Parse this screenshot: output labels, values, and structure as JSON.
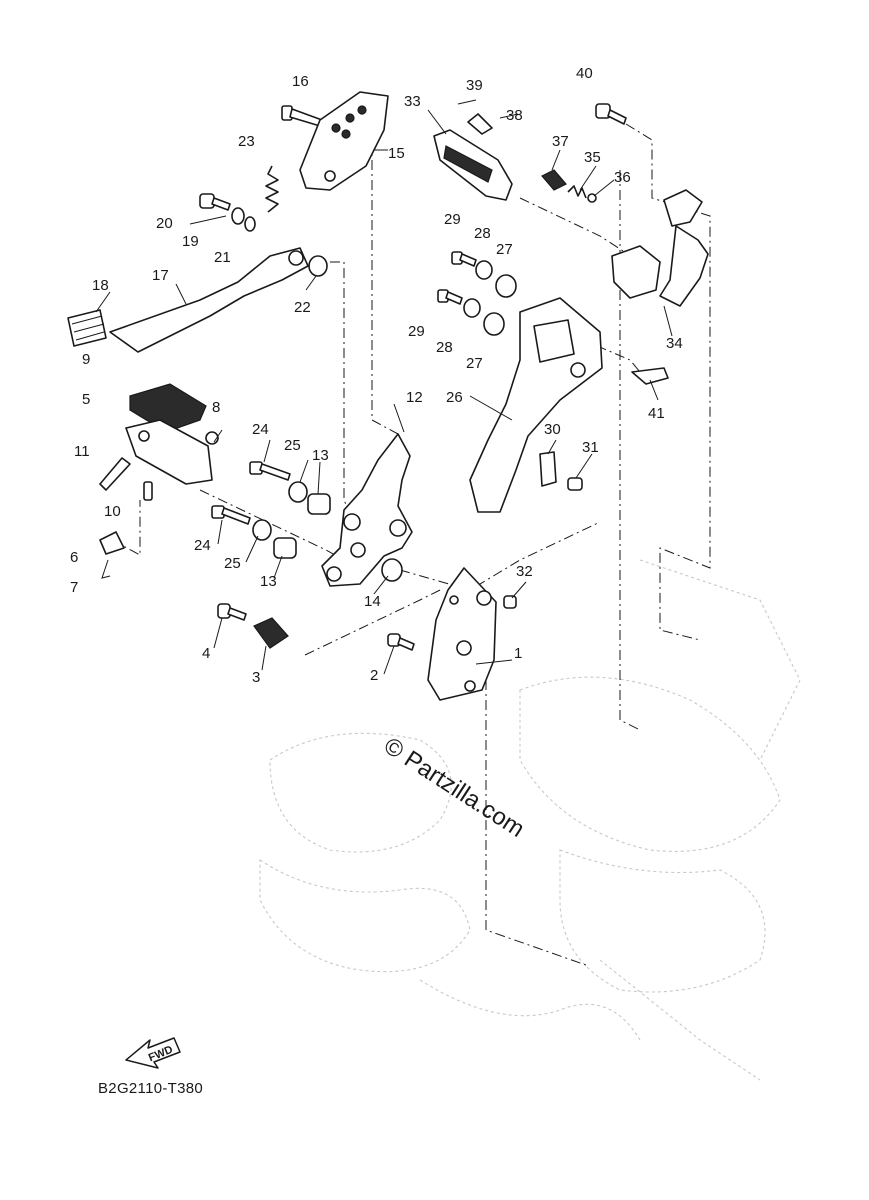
{
  "diagram": {
    "callouts": [
      {
        "id": "c1",
        "label": "1"
      },
      {
        "id": "c2",
        "label": "2"
      },
      {
        "id": "c3",
        "label": "3"
      },
      {
        "id": "c4",
        "label": "4"
      },
      {
        "id": "c5",
        "label": "5"
      },
      {
        "id": "c6",
        "label": "6"
      },
      {
        "id": "c7",
        "label": "7"
      },
      {
        "id": "c8",
        "label": "8"
      },
      {
        "id": "c9",
        "label": "9"
      },
      {
        "id": "c10",
        "label": "10"
      },
      {
        "id": "c11",
        "label": "11"
      },
      {
        "id": "c12",
        "label": "12"
      },
      {
        "id": "c13a",
        "label": "13"
      },
      {
        "id": "c13b",
        "label": "13"
      },
      {
        "id": "c14",
        "label": "14"
      },
      {
        "id": "c15",
        "label": "15"
      },
      {
        "id": "c16",
        "label": "16"
      },
      {
        "id": "c17",
        "label": "17"
      },
      {
        "id": "c18",
        "label": "18"
      },
      {
        "id": "c19",
        "label": "19"
      },
      {
        "id": "c20",
        "label": "20"
      },
      {
        "id": "c21",
        "label": "21"
      },
      {
        "id": "c22",
        "label": "22"
      },
      {
        "id": "c23",
        "label": "23"
      },
      {
        "id": "c24a",
        "label": "24"
      },
      {
        "id": "c24b",
        "label": "24"
      },
      {
        "id": "c25a",
        "label": "25"
      },
      {
        "id": "c25b",
        "label": "25"
      },
      {
        "id": "c26",
        "label": "26"
      },
      {
        "id": "c27a",
        "label": "27"
      },
      {
        "id": "c27b",
        "label": "27"
      },
      {
        "id": "c28a",
        "label": "28"
      },
      {
        "id": "c28b",
        "label": "28"
      },
      {
        "id": "c29a",
        "label": "29"
      },
      {
        "id": "c29b",
        "label": "29"
      },
      {
        "id": "c30",
        "label": "30"
      },
      {
        "id": "c31",
        "label": "31"
      },
      {
        "id": "c32",
        "label": "32"
      },
      {
        "id": "c33",
        "label": "33"
      },
      {
        "id": "c34",
        "label": "34"
      },
      {
        "id": "c35",
        "label": "35"
      },
      {
        "id": "c36",
        "label": "36"
      },
      {
        "id": "c37",
        "label": "37"
      },
      {
        "id": "c38",
        "label": "38"
      },
      {
        "id": "c39",
        "label": "39"
      },
      {
        "id": "c40",
        "label": "40"
      },
      {
        "id": "c41",
        "label": "41"
      }
    ],
    "fwd_label": "FWD",
    "doc_code": "B2G2110-T380",
    "watermark": "© Partzilla.com"
  }
}
